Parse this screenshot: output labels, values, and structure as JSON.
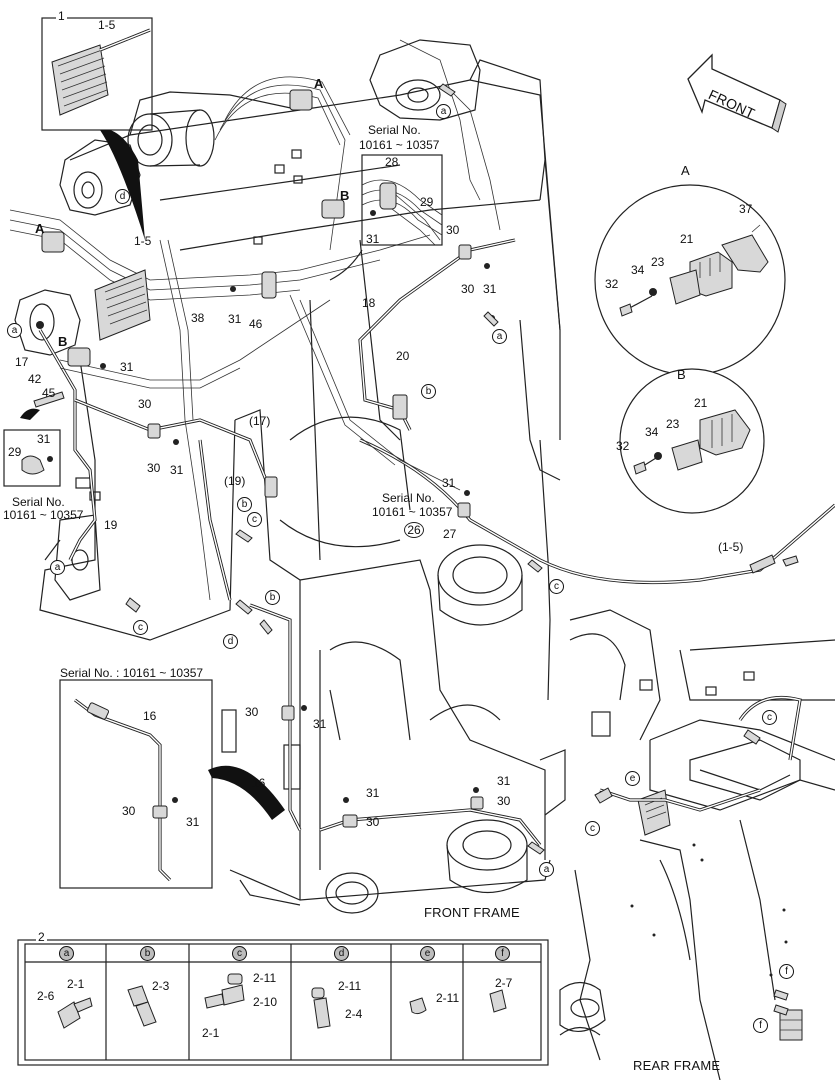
{
  "titles": {
    "front_frame": "FRONT FRAME",
    "rear_frame": "REAR FRAME",
    "front_arrow": "FRONT"
  },
  "inset_box_1": {
    "number": "1",
    "part": "1-5"
  },
  "serial_notes": {
    "top": [
      "Serial No.",
      "10161 ~ 10357"
    ],
    "left": [
      "Serial No.",
      "10161 ~ 10357"
    ],
    "middle": [
      "Serial No.",
      "10161 ~ 10357"
    ],
    "pipe_inset": "Serial No. : 10161 ~ 10357"
  },
  "detail_A": {
    "letter": "A",
    "parts": [
      "37",
      "21",
      "23",
      "34",
      "32"
    ]
  },
  "detail_B": {
    "letter": "B",
    "parts": [
      "21",
      "34",
      "23",
      "32"
    ]
  },
  "main_labels": {
    "p1_5_left": "1-5",
    "p17": "17",
    "p42": "42",
    "p45": "45",
    "p31_a": "31",
    "p30_a": "30",
    "p30_b": "30",
    "p31_b": "31",
    "p19": "19",
    "p17_paren": "(17)",
    "p19_paren": "(19)",
    "p38": "38",
    "p31_c": "31",
    "p46": "46",
    "p18": "18",
    "p20": "20",
    "p30_c": "30",
    "p30_d": "30",
    "p31_d": "31",
    "p31_e": "31",
    "p26": "26",
    "p27": "27",
    "p1_5_paren": "(1-5)",
    "p28": "28",
    "p29_top": "29",
    "p31_top": "31",
    "p29_left": "29",
    "p31_left": "31",
    "p30_mid": "30",
    "p31_mid": "31",
    "p16": "16",
    "p31_f": "31",
    "p30_e": "30",
    "p31_g": "31",
    "p30_f": "30"
  },
  "pipe_inset": {
    "part_pipe": "16",
    "part_clip": "30",
    "part_bolt": "31"
  },
  "callouts": [
    "a",
    "b",
    "c",
    "d",
    "e",
    "f"
  ],
  "fittings_table": {
    "number": "2",
    "columns": [
      {
        "key": "a",
        "parts": [
          "2-1",
          "2-6"
        ]
      },
      {
        "key": "b",
        "parts": [
          "2-3"
        ]
      },
      {
        "key": "c",
        "parts": [
          "2-11",
          "2-10",
          "2-1"
        ]
      },
      {
        "key": "d",
        "parts": [
          "2-11",
          "2-4"
        ]
      },
      {
        "key": "e",
        "parts": [
          "2-11"
        ]
      },
      {
        "key": "f",
        "parts": [
          "2-7"
        ]
      }
    ]
  }
}
